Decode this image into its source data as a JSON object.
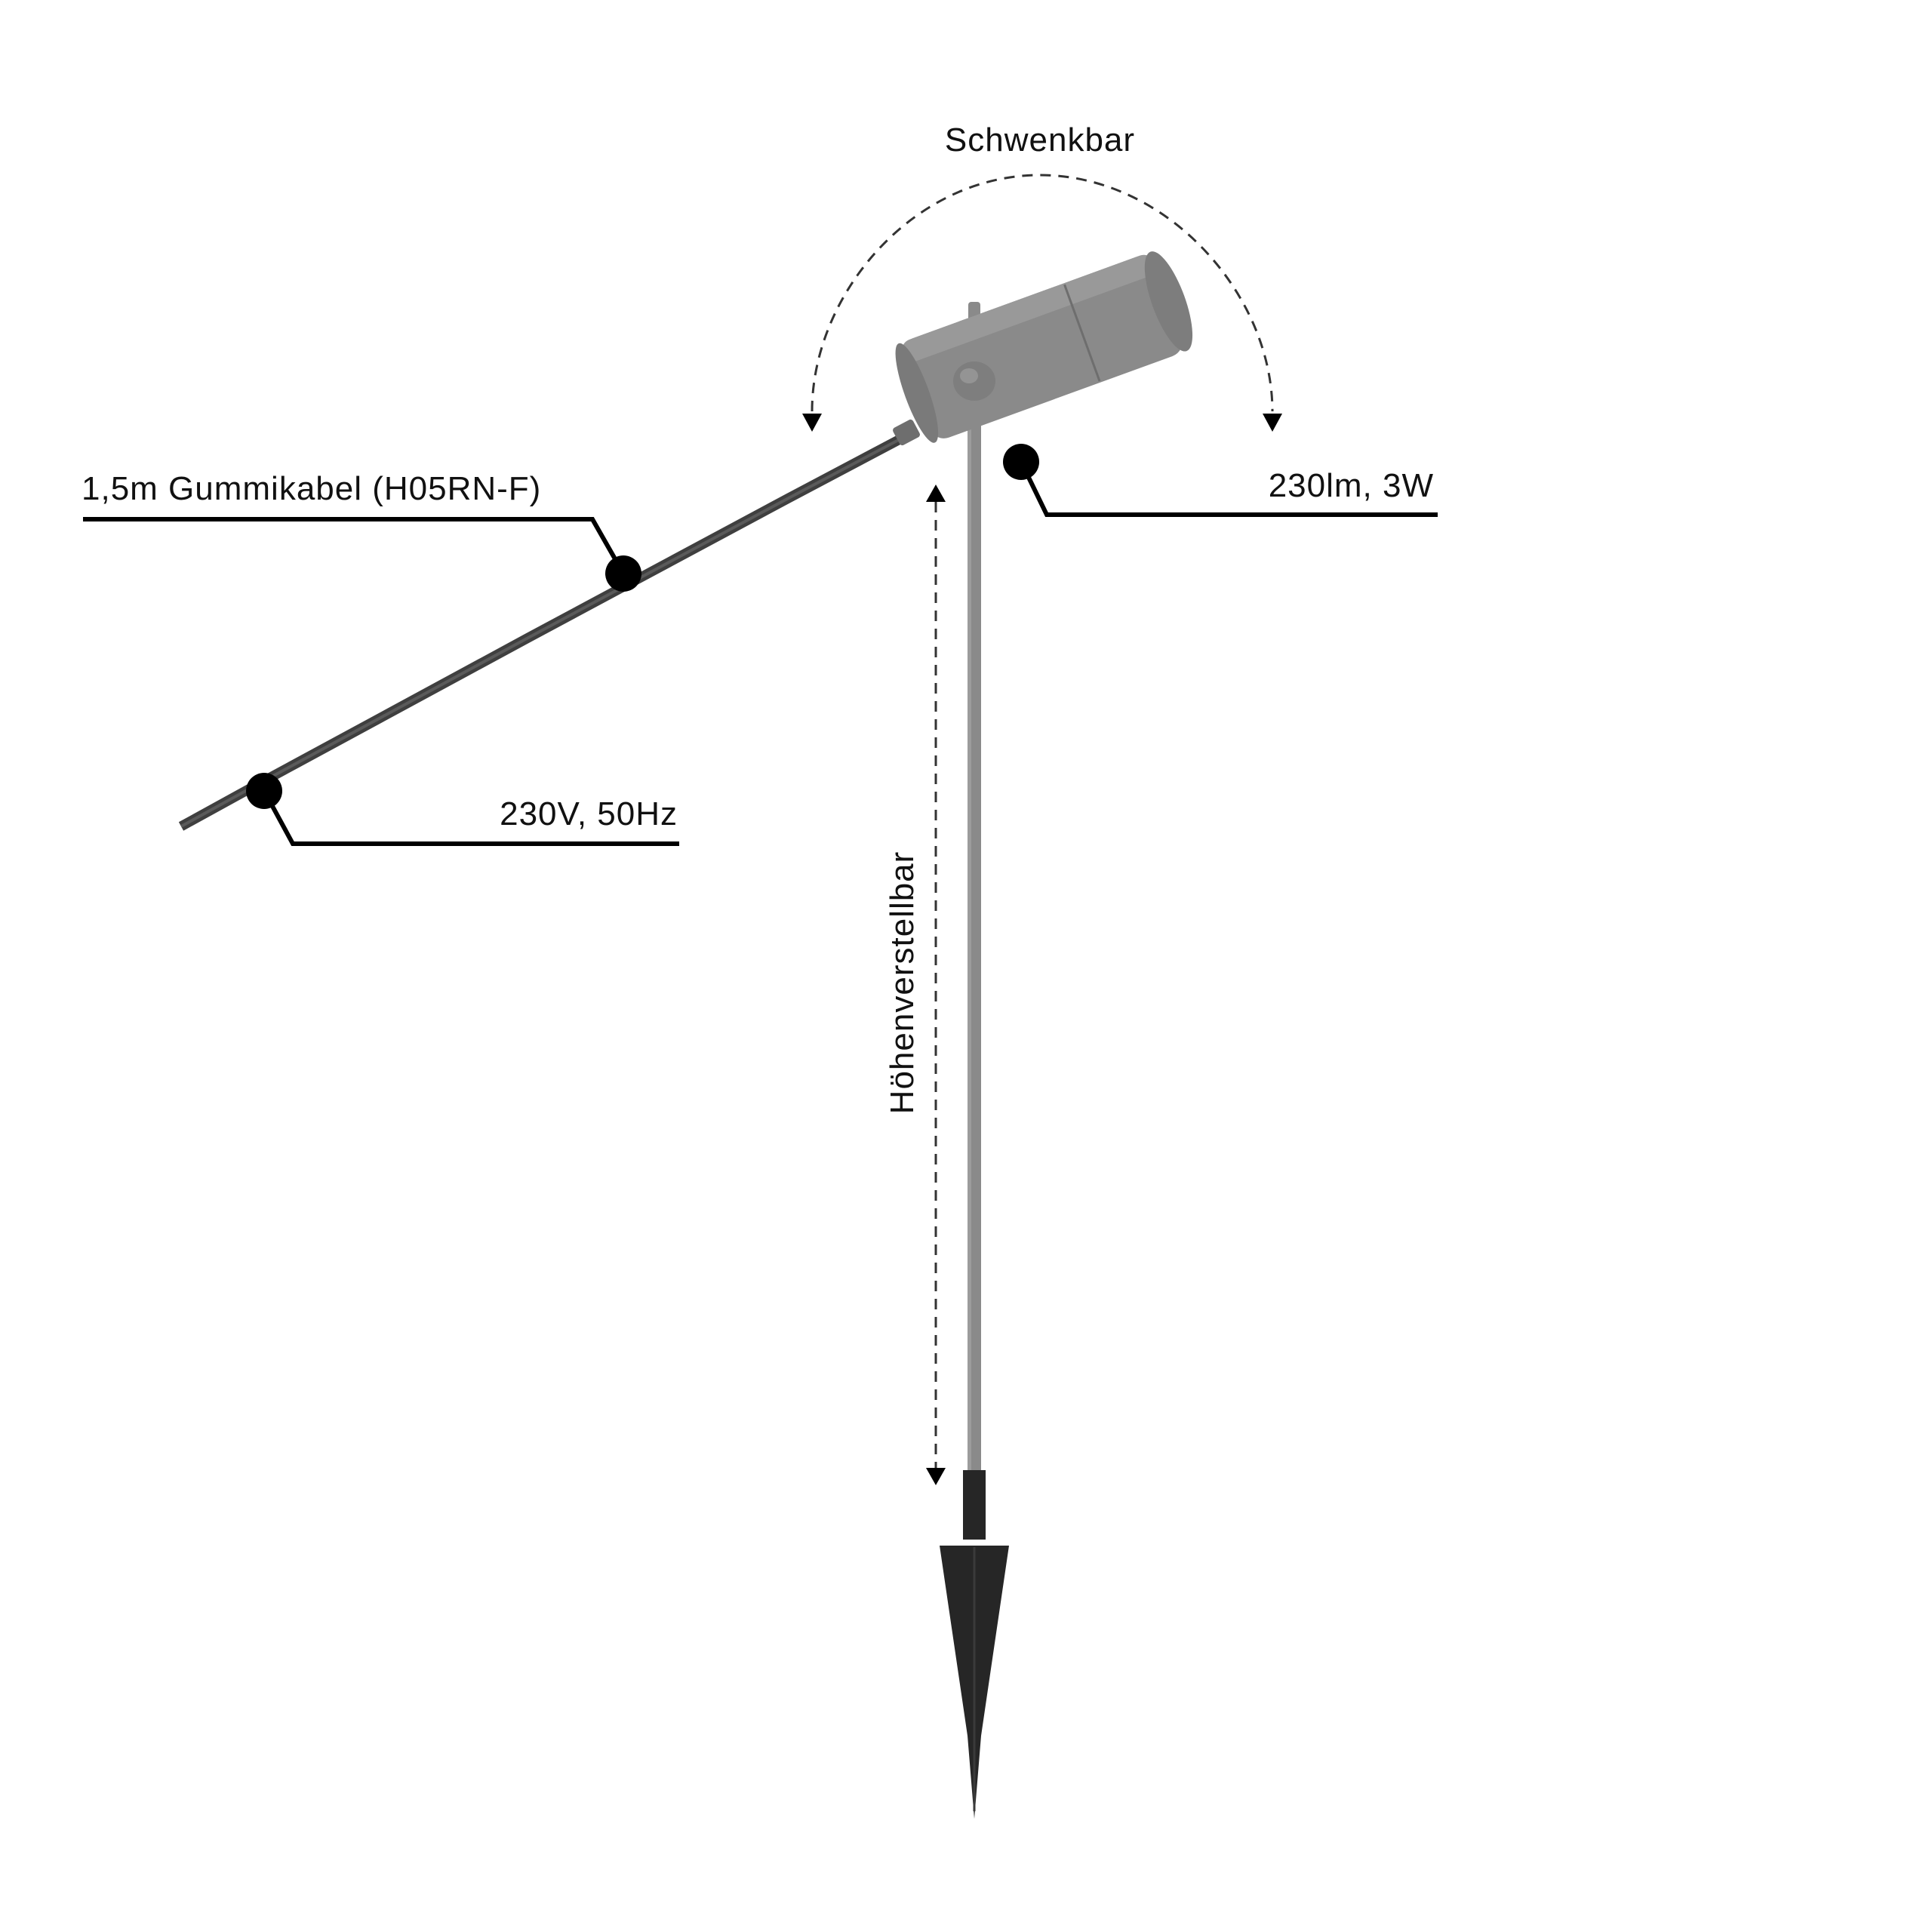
{
  "labels": {
    "swivel": "Schwenkbar",
    "cable": "1,5m Gummikabel (H05RN-F)",
    "voltage": "230V, 50Hz",
    "output": "230lm, 3W",
    "height": "Höhenverstellbar"
  },
  "colors": {
    "background": "#ffffff",
    "callout": "#000000",
    "cable": "#3f3f3f",
    "body": "#8a8a8a",
    "body_shade": "#7a7a7a",
    "spike": "#262626",
    "dashed": "#333333"
  }
}
